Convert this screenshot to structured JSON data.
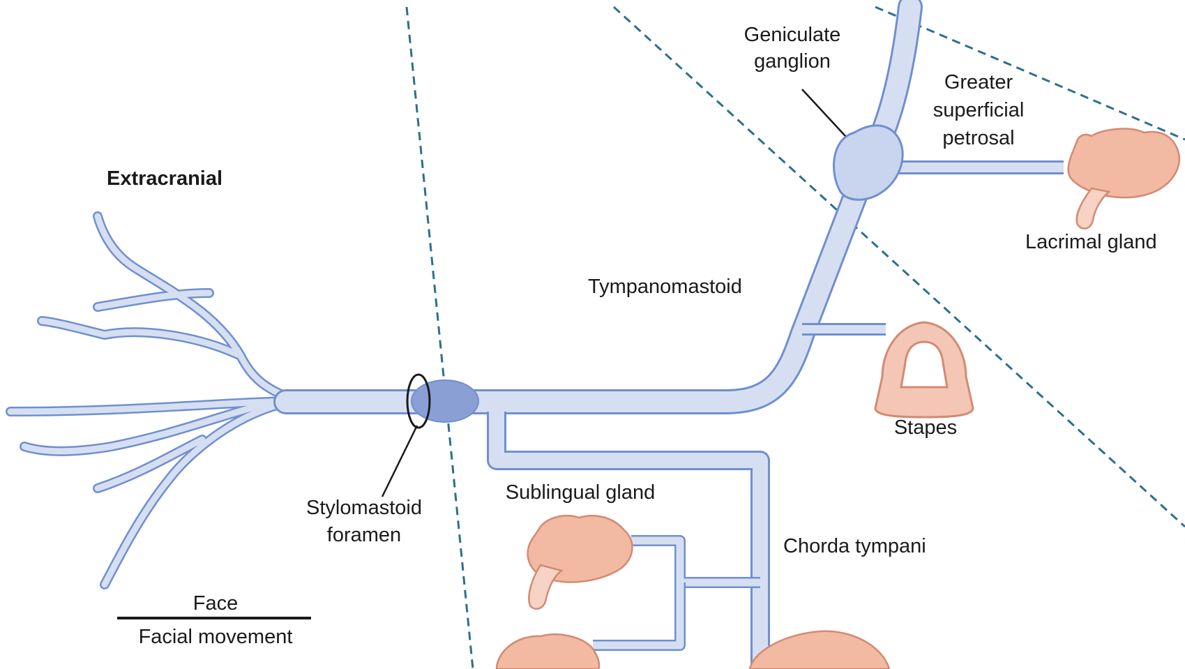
{
  "labels": {
    "extracranial": "Extracranial",
    "geniculate_ganglion_line1": "Geniculate",
    "geniculate_ganglion_line2": "ganglion",
    "greater_superficial_petrosal_line1": "Greater",
    "greater_superficial_petrosal_line2": "superficial",
    "greater_superficial_petrosal_line3": "petrosal",
    "lacrimal_gland": "Lacrimal gland",
    "tympanomastoid": "Tympanomastoid",
    "stapes": "Stapes",
    "stylomastoid_foramen_line1": "Stylomastoid",
    "stylomastoid_foramen_line2": "foramen",
    "sublingual_gland": "Sublingual gland",
    "chorda_tympani": "Chorda tympani",
    "face": "Face",
    "facial_movement": "Facial movement"
  },
  "colors": {
    "nerve_fill": "#d6dff2",
    "nerve_outline": "#6f8fcf",
    "ganglion_fill": "#c9d4ee",
    "foramen_fill": "#8a9fd4",
    "gland_fill": "#f2b9a3",
    "gland_outline": "#d28a72",
    "stapes_fill": "#f3c6b6",
    "dashed_line": "#2b6f8f",
    "text": "#1a1a1a"
  }
}
